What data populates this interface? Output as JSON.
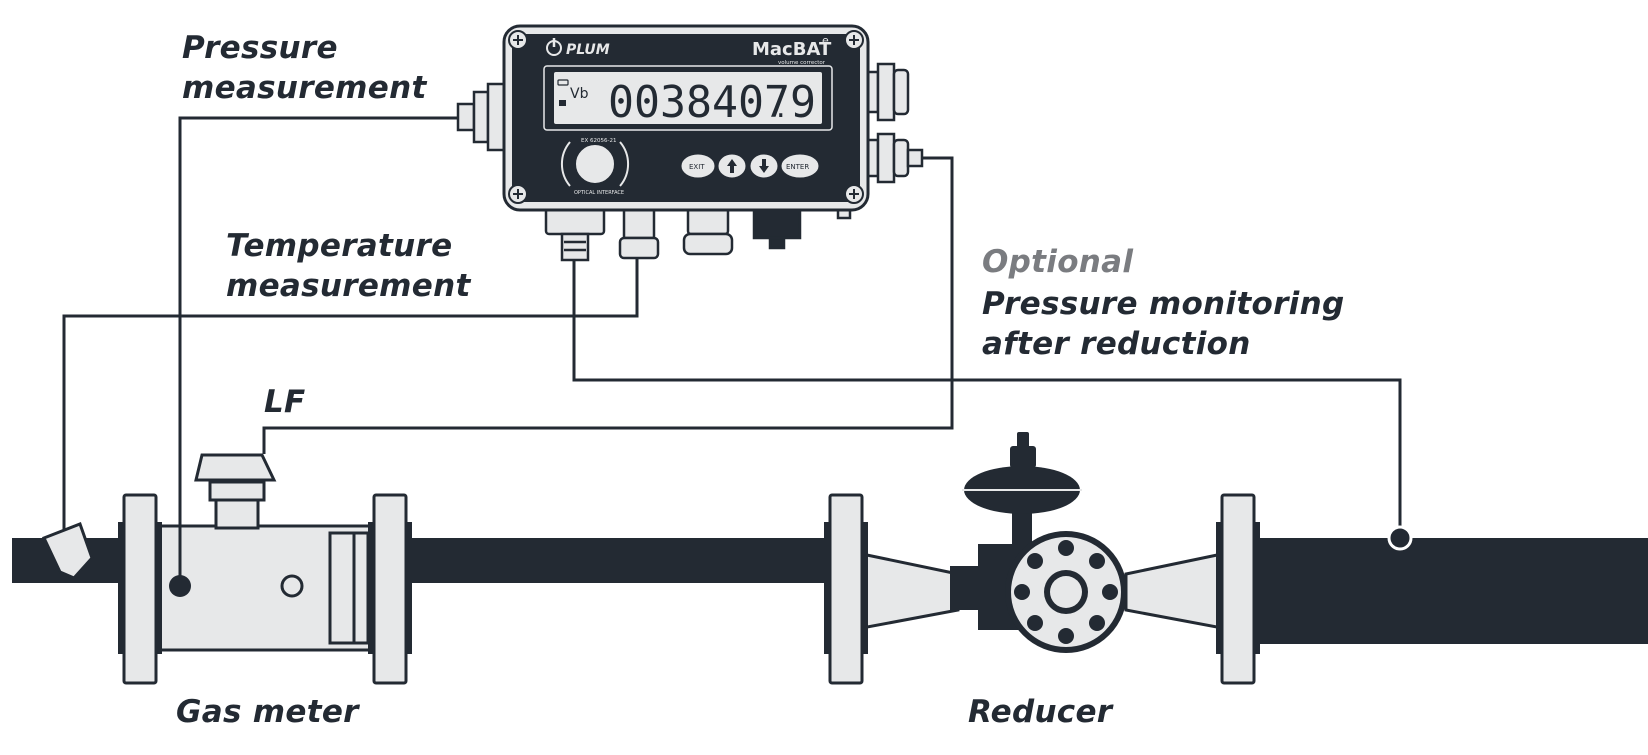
{
  "colors": {
    "dark": "#232a33",
    "light": "#e7e8e9",
    "white": "#ffffff",
    "grey_label": "#7a7c80"
  },
  "labels": {
    "pressure_line1": "Pressure",
    "pressure_line2": "measurement",
    "temperature_line1": "Temperature",
    "temperature_line2": "measurement",
    "optional": "Optional",
    "monitoring_line1": "Pressure monitoring",
    "monitoring_line2": "after reduction",
    "lf": "LF",
    "gas_meter": "Gas meter",
    "reducer": "Reducer"
  },
  "device": {
    "brand": "PLUM",
    "model": "MacBAT",
    "model_suffix": "e",
    "model_subtitle": "volume corrector",
    "display_value": "00384079",
    "display_decimal": ".",
    "display_channel": "Vb",
    "cert_text": "EX 62056-21",
    "optical_label": "OPTICAL INTERFACE",
    "buttons": [
      "EXIT",
      "",
      "",
      "ENTER"
    ],
    "icons": [
      "power-icon",
      "arrow-up-icon",
      "arrow-down-icon",
      "lock-icon",
      "battery-icon"
    ]
  }
}
